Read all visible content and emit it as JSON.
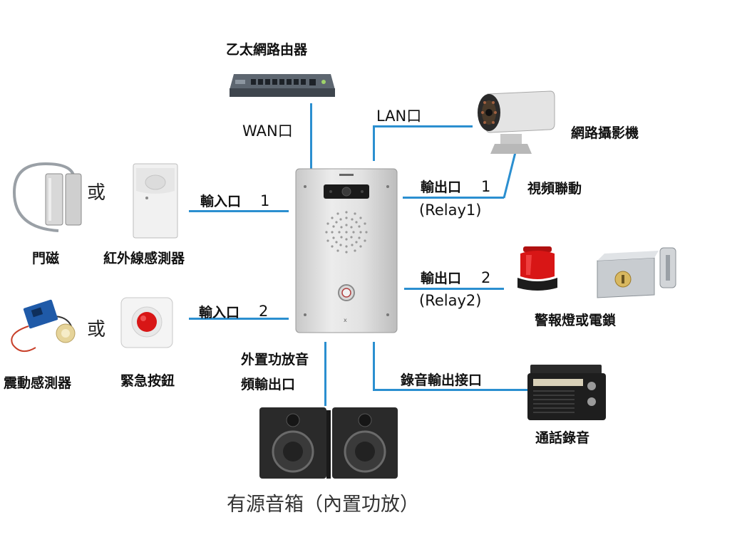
{
  "router": {
    "label": "乙太網路由器",
    "port": "WAN口"
  },
  "camera": {
    "label": "網路攝影機",
    "port": "LAN口",
    "link": "視頻聯動"
  },
  "output1": {
    "label": "輸出口",
    "num": "1",
    "relay": "(Relay1)"
  },
  "output2": {
    "label": "輸出口",
    "num": "2",
    "relay": "(Relay2)"
  },
  "alarm": {
    "label": "警報燈或電鎖"
  },
  "input1": {
    "label": "輸入口",
    "num": "1",
    "or": "或",
    "device_a": "門磁",
    "device_b": "紅外線感測器"
  },
  "input2": {
    "label": "輸入口",
    "num": "2",
    "or": "或",
    "device_a": "震動感測器",
    "device_b": "緊急按鈕"
  },
  "amp": {
    "line1": "外置功放音",
    "line2": "頻輸出口"
  },
  "recorder": {
    "port": "錄音輸出接口",
    "label": "通話錄音"
  },
  "speakers": {
    "label": "有源音箱（內置功放）"
  },
  "colors": {
    "line": "#2b8fd0",
    "panel": "#dedede",
    "alarm_red": "#d81616"
  }
}
